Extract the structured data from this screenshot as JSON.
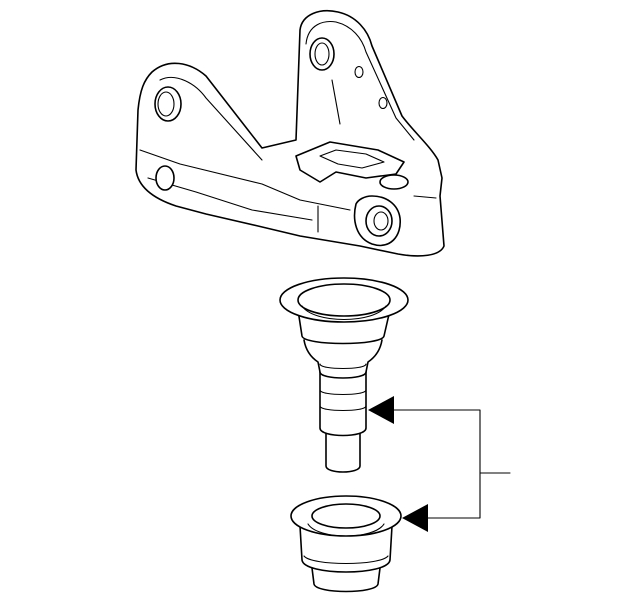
{
  "diagram": {
    "parts": [
      {
        "name": "bracket",
        "icon": "mounting-bracket"
      },
      {
        "name": "pin",
        "icon": "flanged-pin"
      },
      {
        "name": "bushing",
        "icon": "flanged-bushing"
      }
    ],
    "callout": {
      "label": ""
    },
    "colors": {
      "line": "#000000",
      "fill": "#ffffff",
      "background": "#ffffff"
    }
  }
}
